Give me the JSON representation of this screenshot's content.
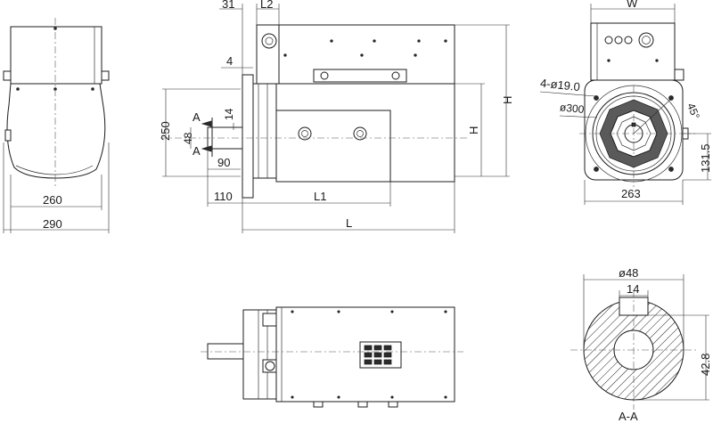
{
  "drawing": {
    "front_view": {
      "width_260": "260",
      "width_290": "290"
    },
    "side_view": {
      "dim_31": "31",
      "dim_L2": "L2",
      "dim_4": "4",
      "dim_H_outer": "H",
      "dim_H_inner": "H",
      "dim_250": "250",
      "dim_48": "48",
      "dim_14": "14",
      "section_A_top": "A",
      "section_A_bottom": "A",
      "dim_90": "90",
      "dim_110": "110",
      "dim_L1": "L1",
      "dim_L": "L"
    },
    "end_view": {
      "dim_W": "W",
      "hole_callout": "4-ø19.0",
      "pcd": "ø300",
      "angle": "45°",
      "dim_131_5": "131.5",
      "dim_263": "263"
    },
    "section_view": {
      "dim_dia48": "ø48",
      "dim_14": "14",
      "dim_42_8": "42.8",
      "label": "A-A"
    }
  }
}
